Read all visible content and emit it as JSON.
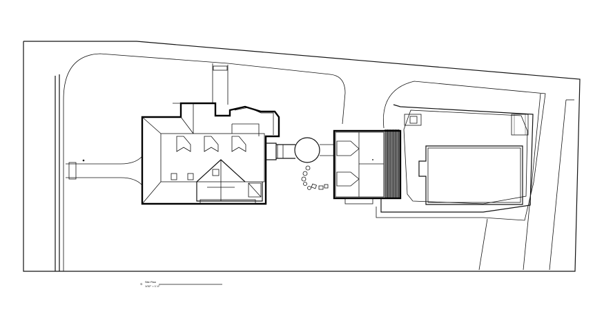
{
  "drawing": {
    "title_marker": "①",
    "title_line1": "Site Plan",
    "title_line2": "1/32\" = 1'-0\""
  }
}
